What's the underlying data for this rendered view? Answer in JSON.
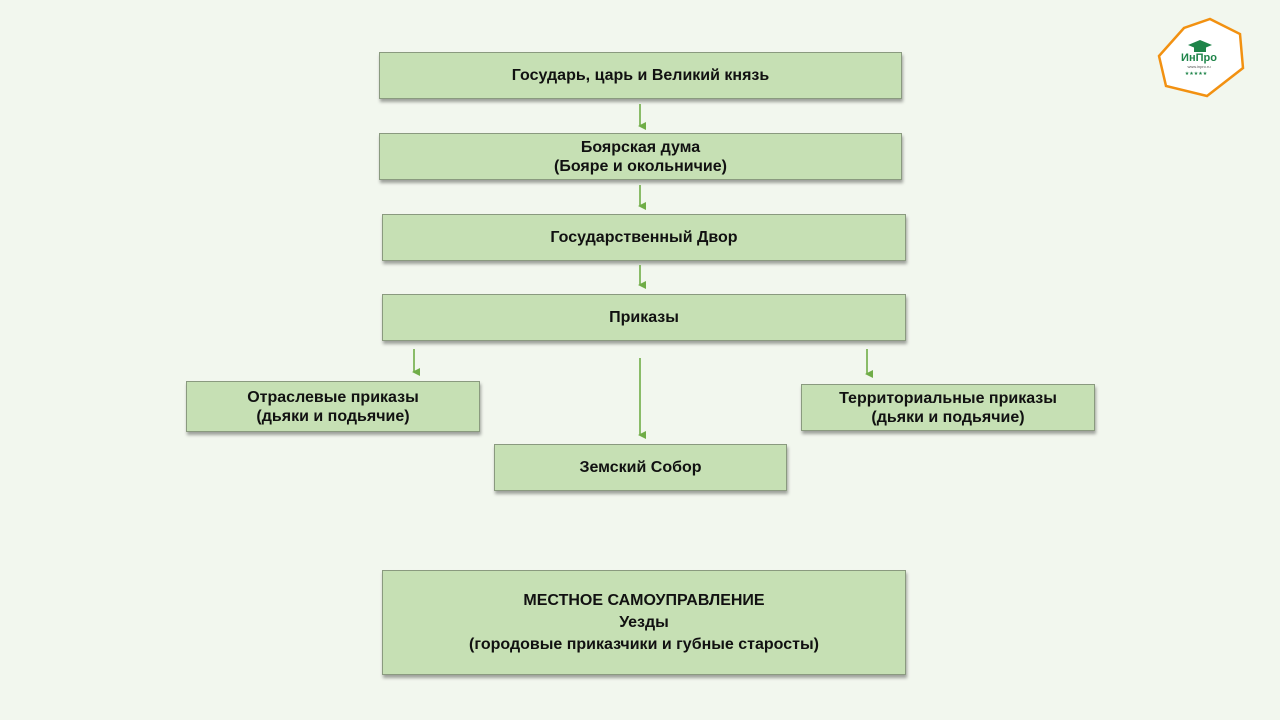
{
  "diagram": {
    "sovereign": {
      "line1": "Государь, царь и Великий князь"
    },
    "boyar_duma": {
      "line1": "Боярская дума",
      "line2": "(Бояре и окольничие)"
    },
    "state_court": {
      "line1": "Государственный Двор"
    },
    "prikazy": {
      "line1": "Приказы"
    },
    "sectoral_prikazy": {
      "line1": "Отраслевые приказы",
      "line2": "(дьяки и подьячие)"
    },
    "territorial_prikazy": {
      "line1": "Территориальные приказы",
      "line2": "(дьяки и подьячие)"
    },
    "zemsky_sobor": {
      "line1": "Земский Собор"
    },
    "local_government": {
      "line1": "МЕСТНОЕ САМОУПРАВЛЕНИЕ",
      "line2": "Уезды",
      "line3": "(городовые приказчики и губные старосты)"
    }
  },
  "logo": {
    "brand": "ИнПро",
    "site": "www.inpro.ru",
    "stars": "★★★★★"
  },
  "colors": {
    "background": "#f2f7ee",
    "box_fill": "#c6e0b4",
    "arrow": "#70ad47",
    "logo_accent": "#f29111",
    "logo_brand": "#1e8449"
  }
}
